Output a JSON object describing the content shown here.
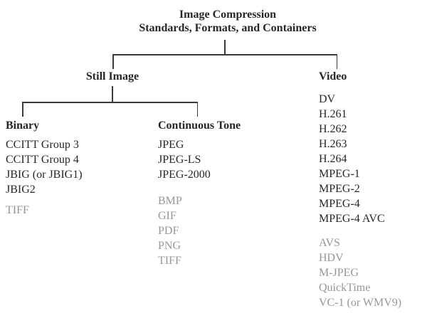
{
  "diagram": {
    "title": {
      "line1": "Image Compression",
      "line2": "Standards, Formats, and Containers"
    },
    "still_image": {
      "label": "Still Image",
      "binary": {
        "label": "Binary",
        "standards": [
          "CCITT Group 3",
          "CCITT Group 4",
          "JBIG (or JBIG1)",
          "JBIG2"
        ],
        "legacy": [
          "TIFF"
        ]
      },
      "continuous_tone": {
        "label": "Continuous Tone",
        "standards": [
          "JPEG",
          "JPEG-LS",
          "JPEG-2000"
        ],
        "legacy": [
          "BMP",
          "GIF",
          "PDF",
          "PNG",
          "TIFF"
        ]
      }
    },
    "video": {
      "label": "Video",
      "standards": [
        "DV",
        "H.261",
        "H.262",
        "H.263",
        "H.264",
        "MPEG-1",
        "MPEG-2",
        "MPEG-4",
        "MPEG-4 AVC"
      ],
      "legacy": [
        "AVS",
        "HDV",
        "M-JPEG",
        "QuickTime",
        "VC-1 (or WMV9)"
      ]
    },
    "colors": {
      "text": "#2b2526",
      "muted_text": "#9c9690",
      "connector_line": "#3e3839",
      "background": "#ffffff"
    }
  }
}
